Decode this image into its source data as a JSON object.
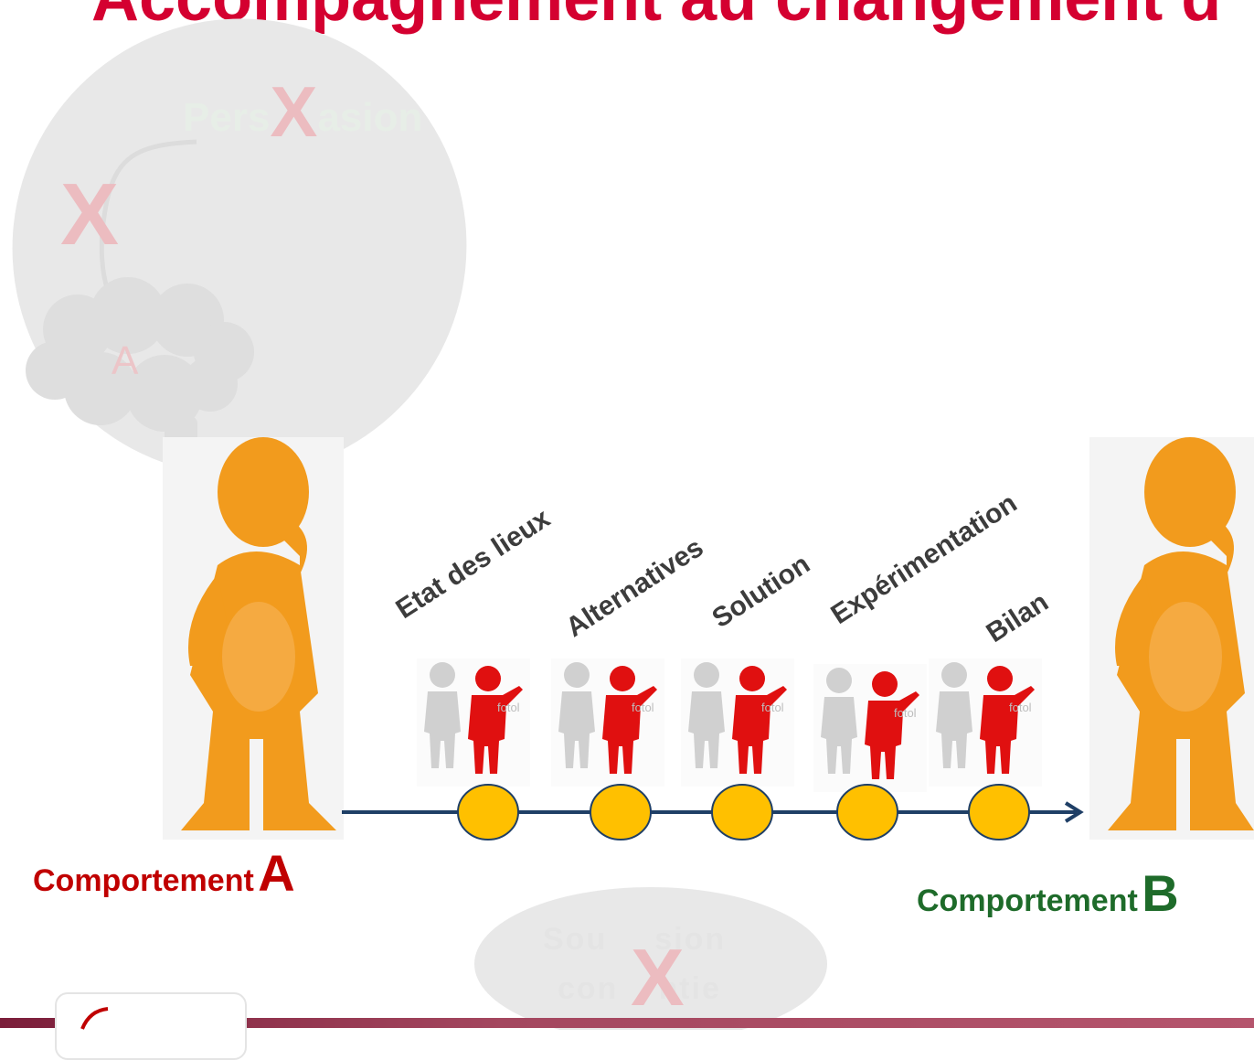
{
  "title": "Accompagnement au changement d",
  "thought_bubble": {
    "top_text_start": "Pers",
    "top_text_x": "X",
    "top_text_end": "asion",
    "left_mark": "X",
    "cloud_letter": "A"
  },
  "steps": [
    {
      "label": "Etat des lieux"
    },
    {
      "label": "Alternatives"
    },
    {
      "label": "Solution"
    },
    {
      "label": "Expérimentation"
    },
    {
      "label": "Bilan"
    }
  ],
  "figure_watermark": "fotol",
  "left_label": {
    "prefix": "Comportement",
    "letter": "A"
  },
  "right_label": {
    "prefix": "Comportement",
    "letter": "B"
  },
  "bottom_bubble": {
    "line1_start": "Sou",
    "line1_end": "sion",
    "line2_start": "con",
    "line2_end": "ntie",
    "mark": "X"
  },
  "colors": {
    "title": "#d40030",
    "label_a": "#c00000",
    "label_b": "#1e6b2a",
    "timeline": "#1f3f66",
    "step_dot": "#ffc000",
    "figure_orange": "#f29b1d",
    "figure_red": "#e01010",
    "figure_grey": "#cfcfcf",
    "bubble": "#e8e8e8"
  }
}
